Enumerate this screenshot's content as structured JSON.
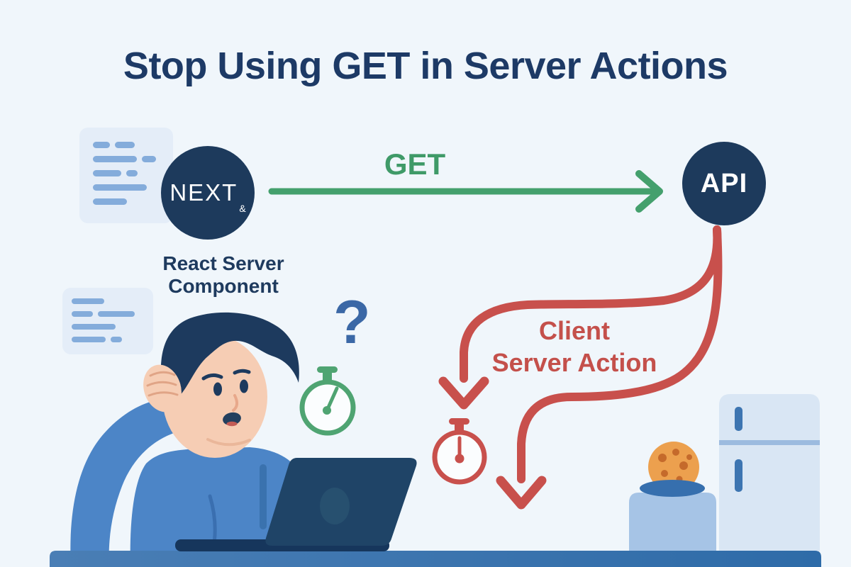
{
  "title": "Stop Using GET in Server Actions",
  "palette": {
    "background": "#f0f6fb",
    "navy_node": "#1d3a5c",
    "title_text": "#1d3a66",
    "get_green": "#44a06d",
    "action_red": "#c8504c",
    "question_blue": "#3b68a6",
    "sweater_blue": "#4c85c7",
    "desk_blue": "#3a70ab",
    "card_blue": "#e4edf8",
    "cookie_orange": "#eca04e"
  },
  "diagram": {
    "source": {
      "logo": "NEXT",
      "logo_suffix": "&",
      "caption_line1": "React Server",
      "caption_line2": "Component"
    },
    "get_flow": {
      "label": "GET"
    },
    "api": {
      "label": "API"
    },
    "client_flow": {
      "caption_line1": "Client",
      "caption_line2": "Server Action"
    },
    "question_mark": "?"
  },
  "icons": [
    "code-document-card",
    "nextjs-logo-circle",
    "get-arrow",
    "api-circle",
    "client-action-ribbon-arrow",
    "stopwatch-green-icon",
    "stopwatch-red-icon",
    "question-mark-icon",
    "confused-developer",
    "laptop",
    "cookie-on-plate",
    "fridge-icon",
    "desk"
  ]
}
